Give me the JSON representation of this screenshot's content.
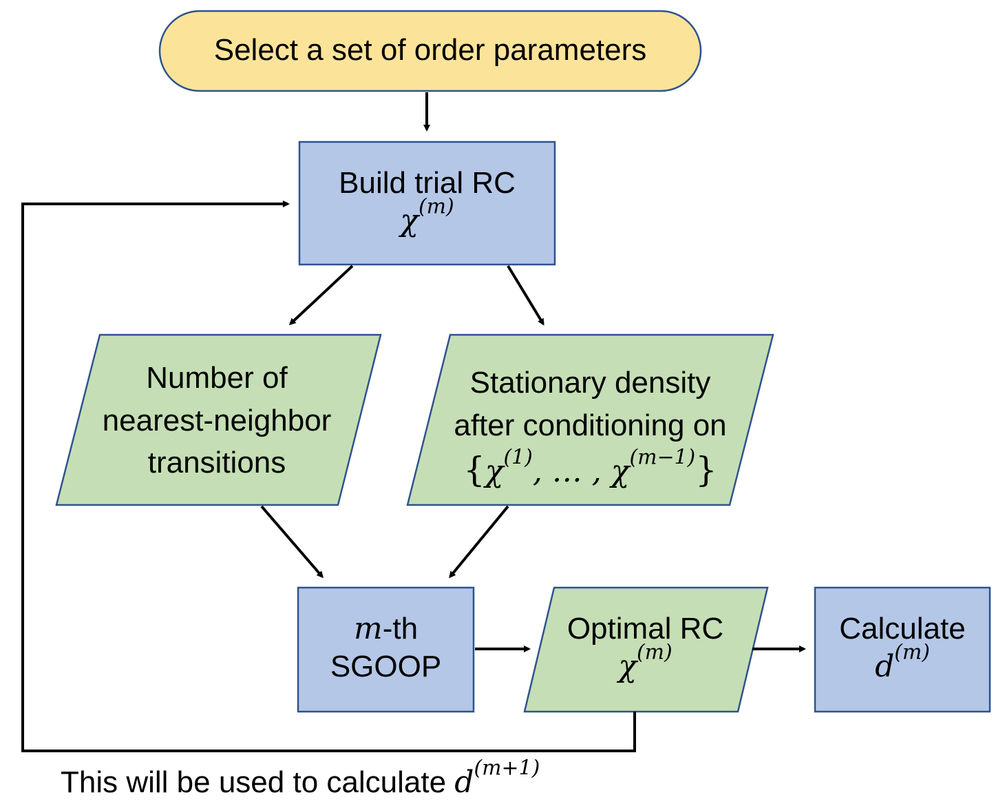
{
  "nodes": {
    "start": {
      "text": "Select a set of order parameters"
    },
    "build": {
      "line1": "Build trial RC",
      "symbol": "χ",
      "sup": "(m)"
    },
    "transitions": {
      "line1": "Number of",
      "line2": "nearest-neighbor",
      "line3": "transitions"
    },
    "density": {
      "line1": "Stationary density",
      "line2": "after conditioning on",
      "sym1": "χ",
      "sup1": "(1)",
      "ellipsis": ", … , ",
      "sym2": "χ",
      "sup2": "(m−1)",
      "brace_open": "{",
      "brace_close": "}"
    },
    "sgoop": {
      "var": "m",
      "suffix": "-th",
      "line2": "SGOOP"
    },
    "optimal": {
      "line1": "Optimal RC",
      "symbol": "χ",
      "sup": "(m)"
    },
    "calculate": {
      "line1": "Calculate",
      "symbol": "d",
      "sup": "(m)"
    }
  },
  "feedback_note": {
    "text": "This will be used to calculate ",
    "symbol": "d",
    "sup": "(m+1)"
  },
  "colors": {
    "process_fill": "#b4c7e7",
    "data_fill": "#c5deb5",
    "terminal_fill": "#fbe49a",
    "border": "#2f528f",
    "arrow": "#000000"
  }
}
